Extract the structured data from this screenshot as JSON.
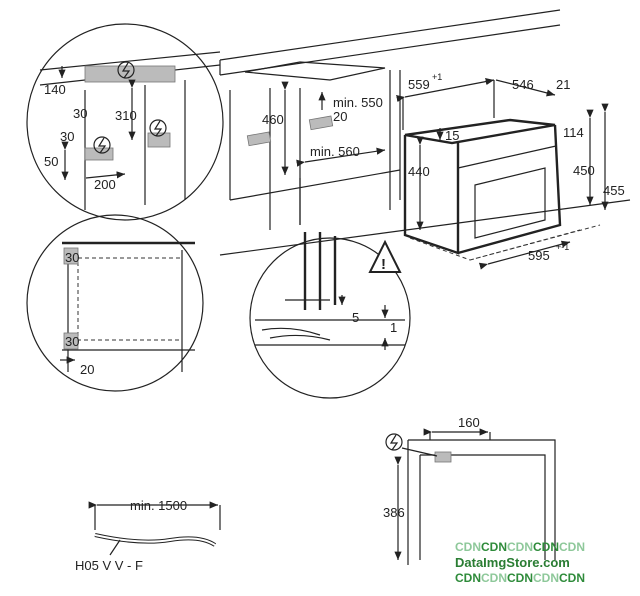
{
  "detail_top_left": {
    "labels": [
      "140",
      "310",
      "30",
      "30",
      "50",
      "200"
    ],
    "icon": "electric-connection-icon"
  },
  "cabinet": {
    "labels": [
      "460",
      "min. 550",
      "20",
      "min. 560"
    ]
  },
  "oven": {
    "depth_total": "559",
    "depth_total_tol": "+1",
    "depth_body": "546",
    "front": "21",
    "top": "15",
    "panel": "114",
    "body_height": "440",
    "height": "450",
    "height_total": "455",
    "width": "595",
    "width_tol": "+-1"
  },
  "detail_left": {
    "labels": [
      "30",
      "30",
      "20"
    ]
  },
  "detail_right": {
    "labels": [
      "5",
      "1"
    ],
    "icon": "warning-icon"
  },
  "side_view": {
    "labels": [
      "160",
      "386"
    ],
    "icon": "electric-connection-icon"
  },
  "cable": {
    "length": "min. 1500",
    "type": "H05 V V - F"
  },
  "watermark": {
    "line1": [
      "CDN",
      "CDN",
      "CDN",
      "CDN",
      "CDN"
    ],
    "site": "DataImgStore.com",
    "line3": [
      "CDN",
      "CDN",
      "CDN",
      "CDN",
      "CDN"
    ]
  }
}
